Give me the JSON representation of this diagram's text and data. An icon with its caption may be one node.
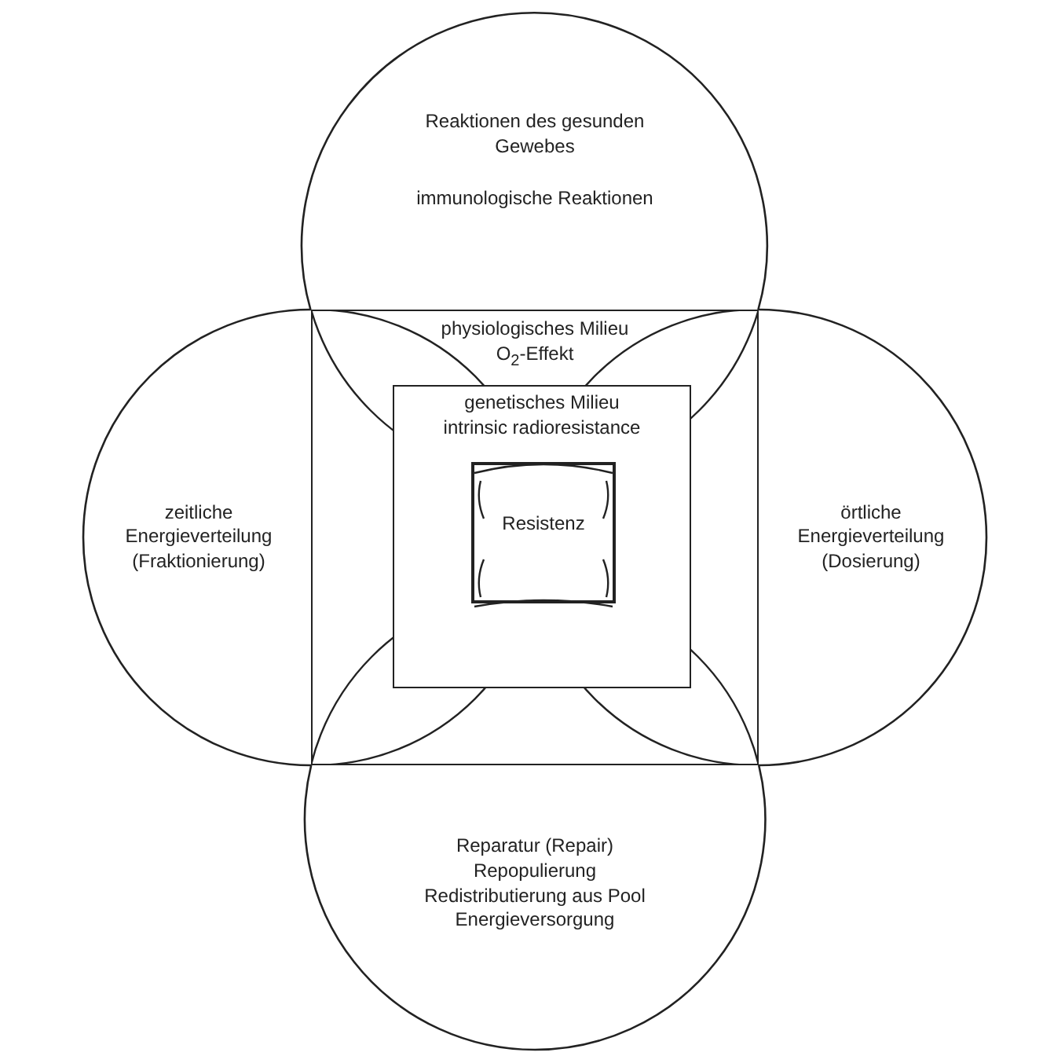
{
  "diagram": {
    "nodes": [
      {
        "text": [
          "Reaktionen des gesunden Gewebes",
          "immunologische Reaktionen"
        ]
      },
      {
        "text": [
          "zeitliche Energieverteilung (Fraktionierung)"
        ]
      },
      {
        "text": [
          "physiologisches Milieu",
          "O$_{2}$-Effekt"
        ]
      },
      {
        "text": [
          "genetisches Milieu",
          "intrinsic radioresistance"
        ],
        "in": 2
      },
      {
        "text": [
          "Resistenz"
        ],
        "in": 3
      },
      {
        "text": [
          "örtliche Energieverteilung (Dosierung)"
        ]
      },
      {
        "text": [
          "Reparatur (Repair) Repopulierung Redistributierung aus Pool Energieversorgung"
        ]
      }
    ],
    "edges": []
  }
}
